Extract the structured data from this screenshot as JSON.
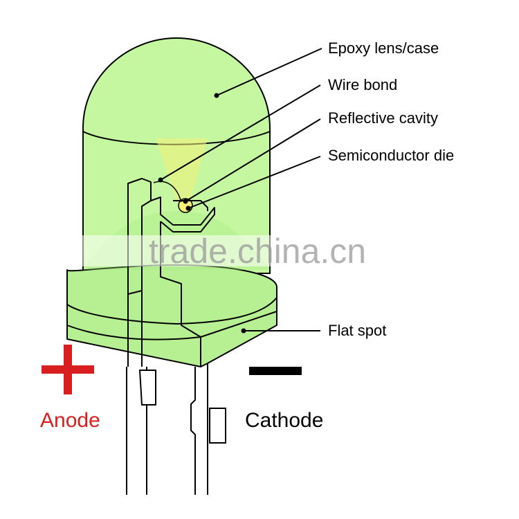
{
  "labels": {
    "epoxy": "Epoxy lens/case",
    "wire_bond": "Wire bond",
    "reflective_cavity": "Reflective cavity",
    "semiconductor_die": "Semiconductor die",
    "flat_spot": "Flat spot"
  },
  "polarity": {
    "anode_label": "Anode",
    "cathode_label": "Cathode",
    "anode_sign": "+",
    "cathode_sign": "−"
  },
  "watermark": "trade.china.cn",
  "colors": {
    "lens_fill": "#c4f7a0",
    "lens_dark": "#a9e883",
    "anode": "#d81e1e",
    "cathode": "#000000",
    "die_glow": "#f6f07a"
  }
}
